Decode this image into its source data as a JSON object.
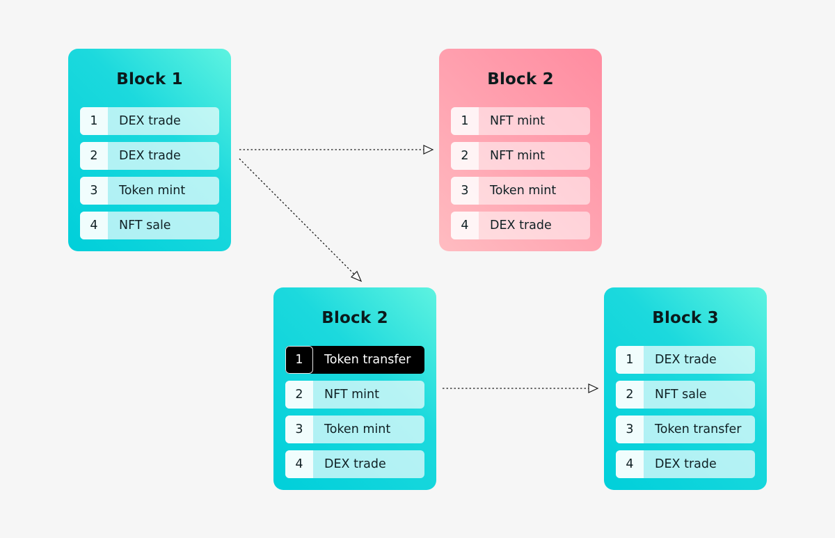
{
  "blocks": {
    "a": {
      "title": "Block 1",
      "color": "#1cd9dd",
      "transactions": [
        {
          "num": "1",
          "label": "DEX trade"
        },
        {
          "num": "2",
          "label": "DEX trade"
        },
        {
          "num": "3",
          "label": "Token mint"
        },
        {
          "num": "4",
          "label": "NFT sale"
        }
      ]
    },
    "b": {
      "title": "Block 2",
      "color": "#ffa2b0",
      "transactions": [
        {
          "num": "1",
          "label": "NFT mint"
        },
        {
          "num": "2",
          "label": "NFT mint"
        },
        {
          "num": "3",
          "label": "Token mint"
        },
        {
          "num": "4",
          "label": "DEX trade"
        }
      ]
    },
    "c": {
      "title": "Block 2",
      "color": "#1cd9dd",
      "transactions": [
        {
          "num": "1",
          "label": "Token transfer"
        },
        {
          "num": "2",
          "label": "NFT mint"
        },
        {
          "num": "3",
          "label": "Token mint"
        },
        {
          "num": "4",
          "label": "DEX trade"
        }
      ]
    },
    "d": {
      "title": "Block 3",
      "color": "#1cd9dd",
      "transactions": [
        {
          "num": "1",
          "label": "DEX trade"
        },
        {
          "num": "2",
          "label": "NFT sale"
        },
        {
          "num": "3",
          "label": "Token transfer"
        },
        {
          "num": "4",
          "label": "DEX trade"
        }
      ]
    }
  }
}
